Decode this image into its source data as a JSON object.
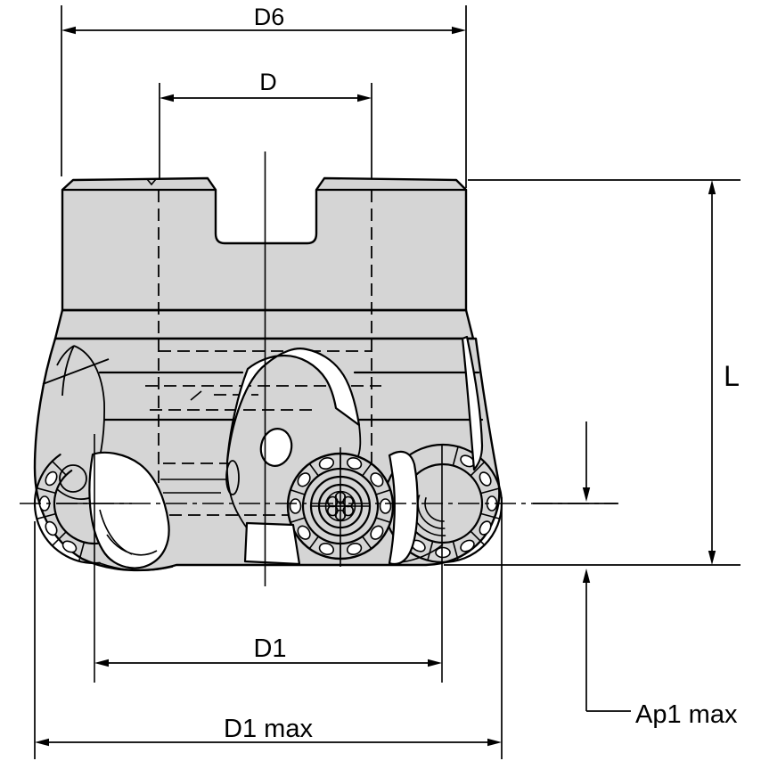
{
  "drawing": {
    "type": "technical-dimension-drawing",
    "subject": "indexable face milling cutter, side view",
    "labels": {
      "d6": "D6",
      "d": "D",
      "d1": "D1",
      "d1_max": "D1 max",
      "l": "L",
      "ap1_max": "Ap1 max"
    }
  },
  "colors": {
    "line": "#000000",
    "body_fill": "#d5d5d5",
    "background": "#ffffff"
  }
}
